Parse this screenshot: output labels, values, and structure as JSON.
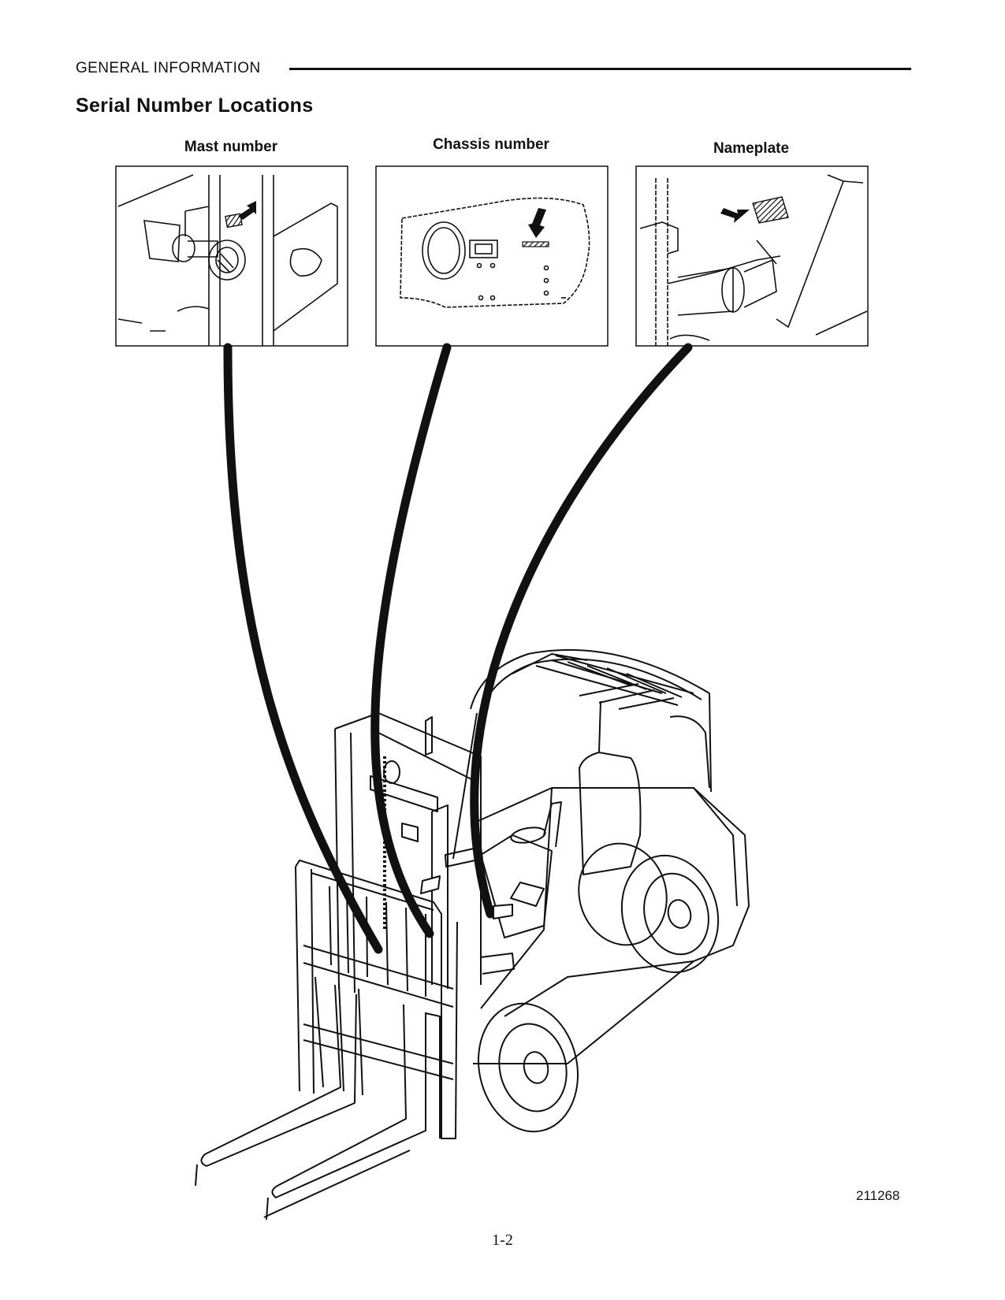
{
  "header": {
    "section": "GENERAL  INFORMATION"
  },
  "title": "Serial Number Locations",
  "panels": [
    {
      "label": "Mast number"
    },
    {
      "label": "Chassis number"
    },
    {
      "label": "Nameplate"
    }
  ],
  "figure_number": "211268",
  "page_number": "1-2",
  "icons": [
    "mast-detail-icon",
    "chassis-plate-icon",
    "nameplate-detail-icon",
    "forklift-icon",
    "arrow-icon"
  ]
}
